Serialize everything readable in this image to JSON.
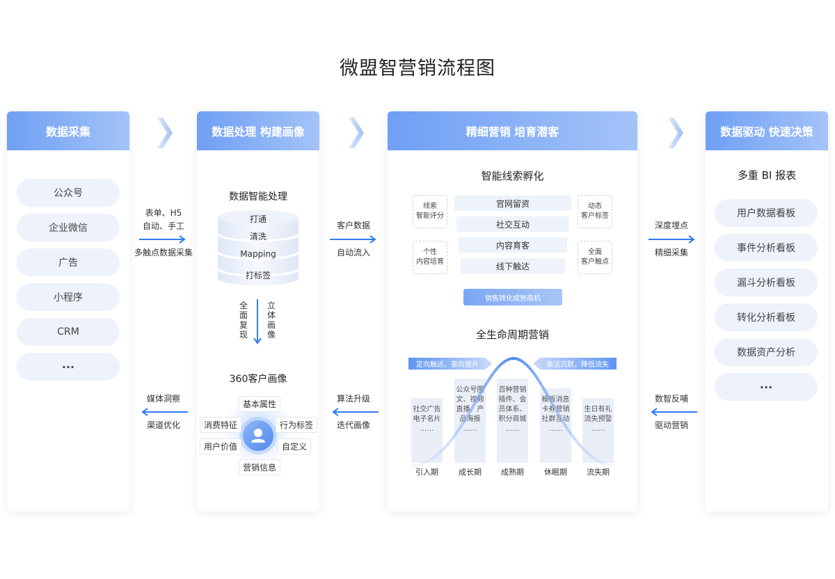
{
  "title": "微盟智营销流程图",
  "colors": {
    "primary": "#2f7cf0",
    "header_start": "#6f9ff4",
    "header_end": "#a4c3f8",
    "pill_bg": "#edf2fb"
  },
  "panel1": {
    "header": "数据采集",
    "items": [
      "公众号",
      "企业微信",
      "广告",
      "小程序",
      "CRM",
      "···"
    ]
  },
  "conn1": {
    "line1": "表单、H5",
    "line2": "自动、手工",
    "line3": "多触点数据采集"
  },
  "panel2": {
    "header": "数据处理 构建画像",
    "proc_title": "数据智能处理",
    "layers": [
      "打通",
      "清洗",
      "Mapping",
      "打标签"
    ],
    "left_vertical": "全面复现",
    "right_vertical": "立体画像",
    "profile_title": "360客户画像",
    "tags": [
      "基本属性",
      "消费特征",
      "行为标签",
      "用户价值",
      "自定义",
      "营销信息"
    ]
  },
  "conn2": {
    "line1": "客户数据",
    "line2": "自动流入"
  },
  "conn3": {
    "line1": "算法升级",
    "line2": "迭代画像"
  },
  "panel3": {
    "header": "精细营销 培育潜客",
    "incubate_title": "智能线索孵化",
    "left_boxes": [
      [
        "线索",
        "智能评分"
      ],
      [
        "个性",
        "内容培育"
      ]
    ],
    "right_boxes": [
      [
        "动态",
        "客户标签"
      ],
      [
        "全面",
        "客户触点"
      ]
    ],
    "center_items": [
      "官网留资",
      "社交互动",
      "内容育客",
      "线下触达"
    ],
    "button": "销售转化成熟商机",
    "lifecycle_title": "全生命周期营销",
    "banner_left": "定向触达，意向提升",
    "banner_right": "激活沉默，降低流失",
    "stages": [
      {
        "label": "引入期",
        "text": [
          "社交广告",
          "电子名片",
          "……"
        ]
      },
      {
        "label": "成长期",
        "text": [
          "公众号图",
          "文、视频",
          "直播、产",
          "品海报",
          "……"
        ]
      },
      {
        "label": "成熟期",
        "text": [
          "百种营销",
          "插件、会",
          "员体系、",
          "积分商城",
          "……"
        ]
      },
      {
        "label": "休眠期",
        "text": [
          "模板消息",
          "卡券营销",
          "社群互动",
          "……"
        ]
      },
      {
        "label": "流失期",
        "text": [
          "生日有礼",
          "流失预警",
          "……"
        ]
      }
    ]
  },
  "conn4": {
    "line1": "深度埋点",
    "line2": "精细采集"
  },
  "conn5": {
    "line1": "数智反哺",
    "line2": "驱动营销"
  },
  "conn6": {
    "line1": "媒体洞察",
    "line2": "渠道优化"
  },
  "panel4": {
    "header": "数据驱动 快速决策",
    "bi_title": "多重 BI 报表",
    "items": [
      "用户数据看板",
      "事件分析看板",
      "漏斗分析看板",
      "转化分析看板",
      "数据资产分析",
      "···"
    ]
  }
}
